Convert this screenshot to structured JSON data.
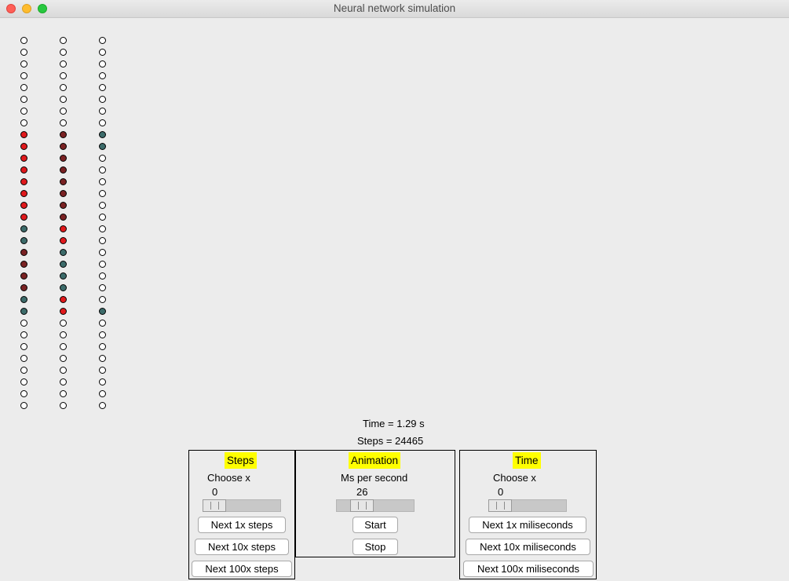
{
  "window": {
    "title": "Neural network simulation"
  },
  "network": {
    "layers": [
      [
        "empty",
        "empty",
        "empty",
        "empty",
        "empty",
        "empty",
        "empty",
        "empty",
        "red",
        "red",
        "red",
        "red",
        "red",
        "red",
        "red",
        "red",
        "teal",
        "teal",
        "dark",
        "dark",
        "dark",
        "dark",
        "teal",
        "teal",
        "empty",
        "empty",
        "empty",
        "empty",
        "empty",
        "empty",
        "empty",
        "empty"
      ],
      [
        "empty",
        "empty",
        "empty",
        "empty",
        "empty",
        "empty",
        "empty",
        "empty",
        "dark",
        "dark",
        "dark",
        "dark",
        "dark",
        "dark",
        "dark",
        "dark",
        "red",
        "red",
        "teal",
        "teal",
        "teal",
        "teal",
        "red",
        "red",
        "empty",
        "empty",
        "empty",
        "empty",
        "empty",
        "empty",
        "empty",
        "empty"
      ],
      [
        "empty",
        "empty",
        "empty",
        "empty",
        "empty",
        "empty",
        "empty",
        "empty",
        "teal",
        "teal",
        "empty",
        "empty",
        "empty",
        "empty",
        "empty",
        "empty",
        "empty",
        "empty",
        "empty",
        "empty",
        "empty",
        "empty",
        "empty",
        "teal",
        "empty",
        "empty",
        "empty",
        "empty",
        "empty",
        "empty",
        "empty",
        "empty"
      ]
    ],
    "colors": {
      "red": "#e0191c",
      "dark": "#7a2223",
      "teal": "#3c6b6a",
      "empty": "#ffffff"
    }
  },
  "status": {
    "time": "Time = 1.29 s",
    "steps": "Steps = 24465"
  },
  "steps_panel": {
    "title": "Steps",
    "choose_label": "Choose x",
    "value": "0",
    "slider_fraction": 0.0,
    "buttons": [
      "Next 1x steps",
      "Next 10x steps",
      "Next 100x steps"
    ]
  },
  "animation_panel": {
    "title": "Animation",
    "label": "Ms per second",
    "value": "26",
    "slider_fraction": 0.26,
    "start_label": "Start",
    "stop_label": "Stop"
  },
  "time_panel": {
    "title": "Time",
    "choose_label": "Choose x",
    "value": "0",
    "slider_fraction": 0.0,
    "buttons": [
      "Next 1x miliseconds",
      "Next 10x miliseconds",
      "Next 100x miliseconds"
    ]
  }
}
